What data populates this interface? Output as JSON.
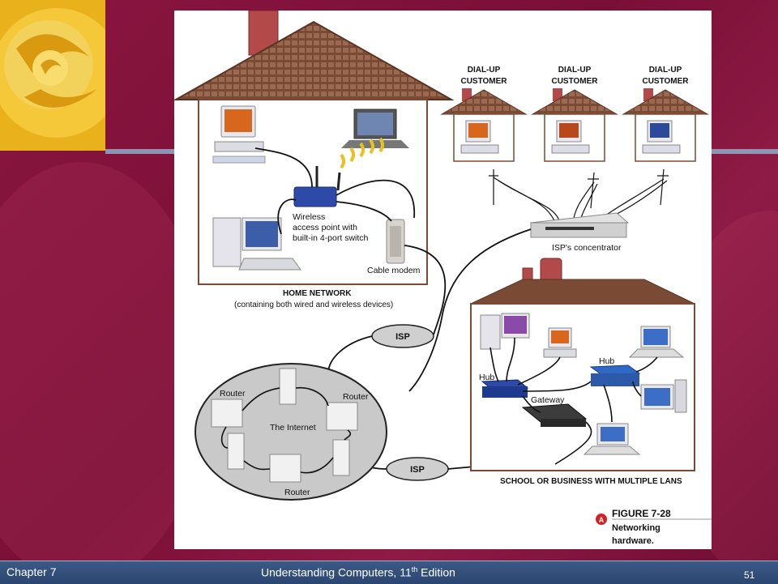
{
  "footer": {
    "chapter": "Chapter 7",
    "title_main": "Understanding Computers, 11",
    "title_sup": "th",
    "title_end": " Edition",
    "page": "51"
  },
  "figure": {
    "dialup_top": "DIAL-UP",
    "dialup_bottom": "CUSTOMER",
    "wireless_line1": "Wireless",
    "wireless_line2": "access point with",
    "wireless_line3": "built-in 4-port switch",
    "cable_modem": "Cable modem",
    "home_network_title": "HOME NETWORK",
    "home_network_sub": "(containing both wired and wireless devices)",
    "concentrator": "ISP's concentrator",
    "isp": "ISP",
    "router": "Router",
    "internet": "The Internet",
    "hub": "Hub",
    "gateway": "Gateway",
    "school_title": "SCHOOL OR BUSINESS WITH MULTIPLE LANS",
    "fig_number": "FIGURE 7-28",
    "fig_caption_1": "Networking",
    "fig_caption_2": "hardware.",
    "fig_marker": "A"
  },
  "colors": {
    "roof": "#7a4a34",
    "chimney": "#b24a4a",
    "cloud": "#c9c9c9",
    "slide_bg": "#7a0f36",
    "footer_bg": "#2b4670",
    "marker": "#d62020"
  }
}
